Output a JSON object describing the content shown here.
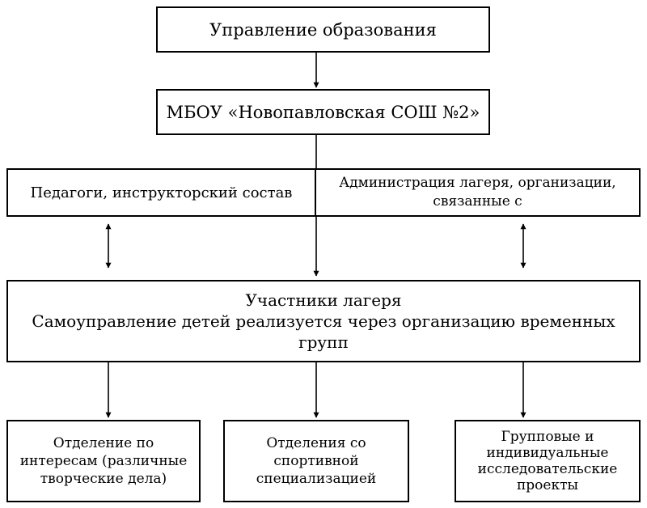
{
  "boxes": {
    "top": "Управление образования",
    "school": "МБОУ «Новопавловская СОШ №2»",
    "teachers": "Педагоги, инструкторский состав",
    "admin": "Администрация лагеря, организации,\nсвязанные с",
    "participants": "Участники лагеря\nСамоуправление детей реализуется через организацию временных\nгрупп",
    "interests": "Отделение по\nинтересам (различные\nтворческие дела)",
    "sports": "Отделения со\nспортивной\nспециализацией",
    "projects": "Групповые и\nиндивидуальные\nисследовательские\nпроекты"
  }
}
